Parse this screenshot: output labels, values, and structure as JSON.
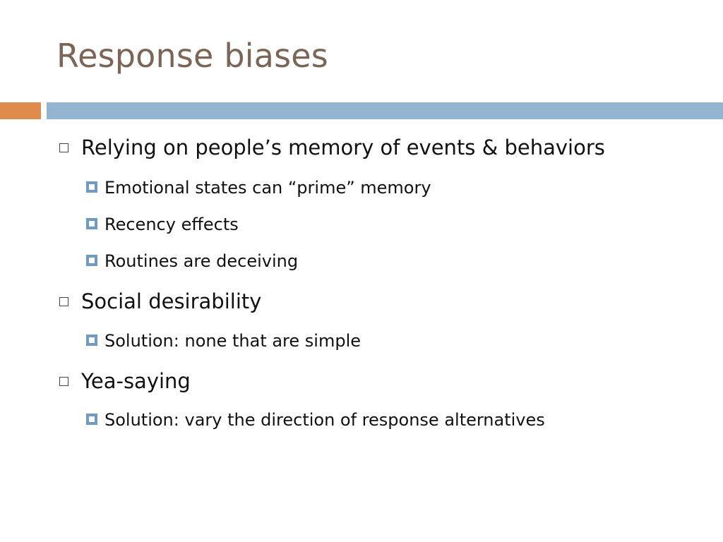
{
  "slide": {
    "title": "Response biases",
    "colors": {
      "title": "#7a6557",
      "accent_orange": "#df8b4d",
      "accent_blue": "#93b5d1",
      "sub_bullet": "#6f9ac3"
    },
    "bullets": [
      {
        "text": "Relying on people’s memory of events & behaviors",
        "icon": "hollow-square-icon",
        "sub": [
          {
            "text": "Emotional states can “prime” memory",
            "icon": "filled-square-icon"
          },
          {
            "text": "Recency effects",
            "icon": "filled-square-icon"
          },
          {
            "text": "Routines are deceiving",
            "icon": "filled-square-icon"
          }
        ]
      },
      {
        "text": "Social desirability",
        "icon": "hollow-square-icon",
        "sub": [
          {
            "text": "Solution: none that are simple",
            "icon": "filled-square-icon"
          }
        ]
      },
      {
        "text": "Yea-saying",
        "icon": "hollow-square-icon",
        "sub": [
          {
            "text": "Solution: vary the direction of response alternatives",
            "icon": "filled-square-icon"
          }
        ]
      }
    ]
  }
}
